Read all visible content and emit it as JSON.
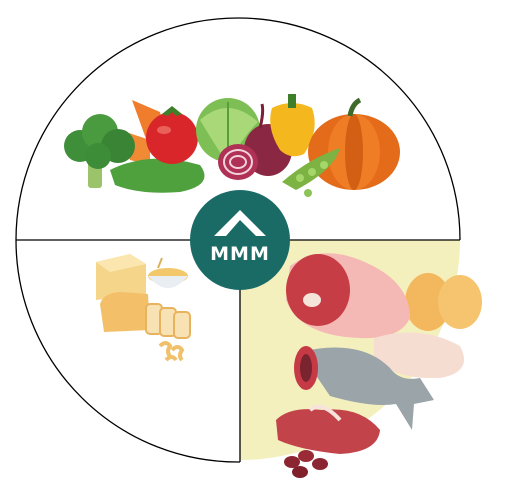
{
  "logo": {
    "text": "MMM",
    "color": "#1a6b66"
  },
  "plate": {
    "sections": [
      {
        "name": "vegetables",
        "share": 0.5
      },
      {
        "name": "grains",
        "share": 0.25
      },
      {
        "name": "proteins",
        "share": 0.25
      }
    ],
    "protein_bg_color": "#f3f0bd",
    "outline_color": "#000000"
  },
  "icons": [
    "broccoli-icon",
    "carrot-icon",
    "tomato-icon",
    "cabbage-icon",
    "onion-icon",
    "bell-pepper-icon",
    "pumpkin-icon",
    "peas-icon",
    "cheese-icon",
    "cereal-bowl-icon",
    "bread-loaf-icon",
    "pasta-icon",
    "ham-icon",
    "eggs-icon",
    "chicken-breast-icon",
    "fish-icon",
    "steak-icon",
    "beans-icon"
  ]
}
